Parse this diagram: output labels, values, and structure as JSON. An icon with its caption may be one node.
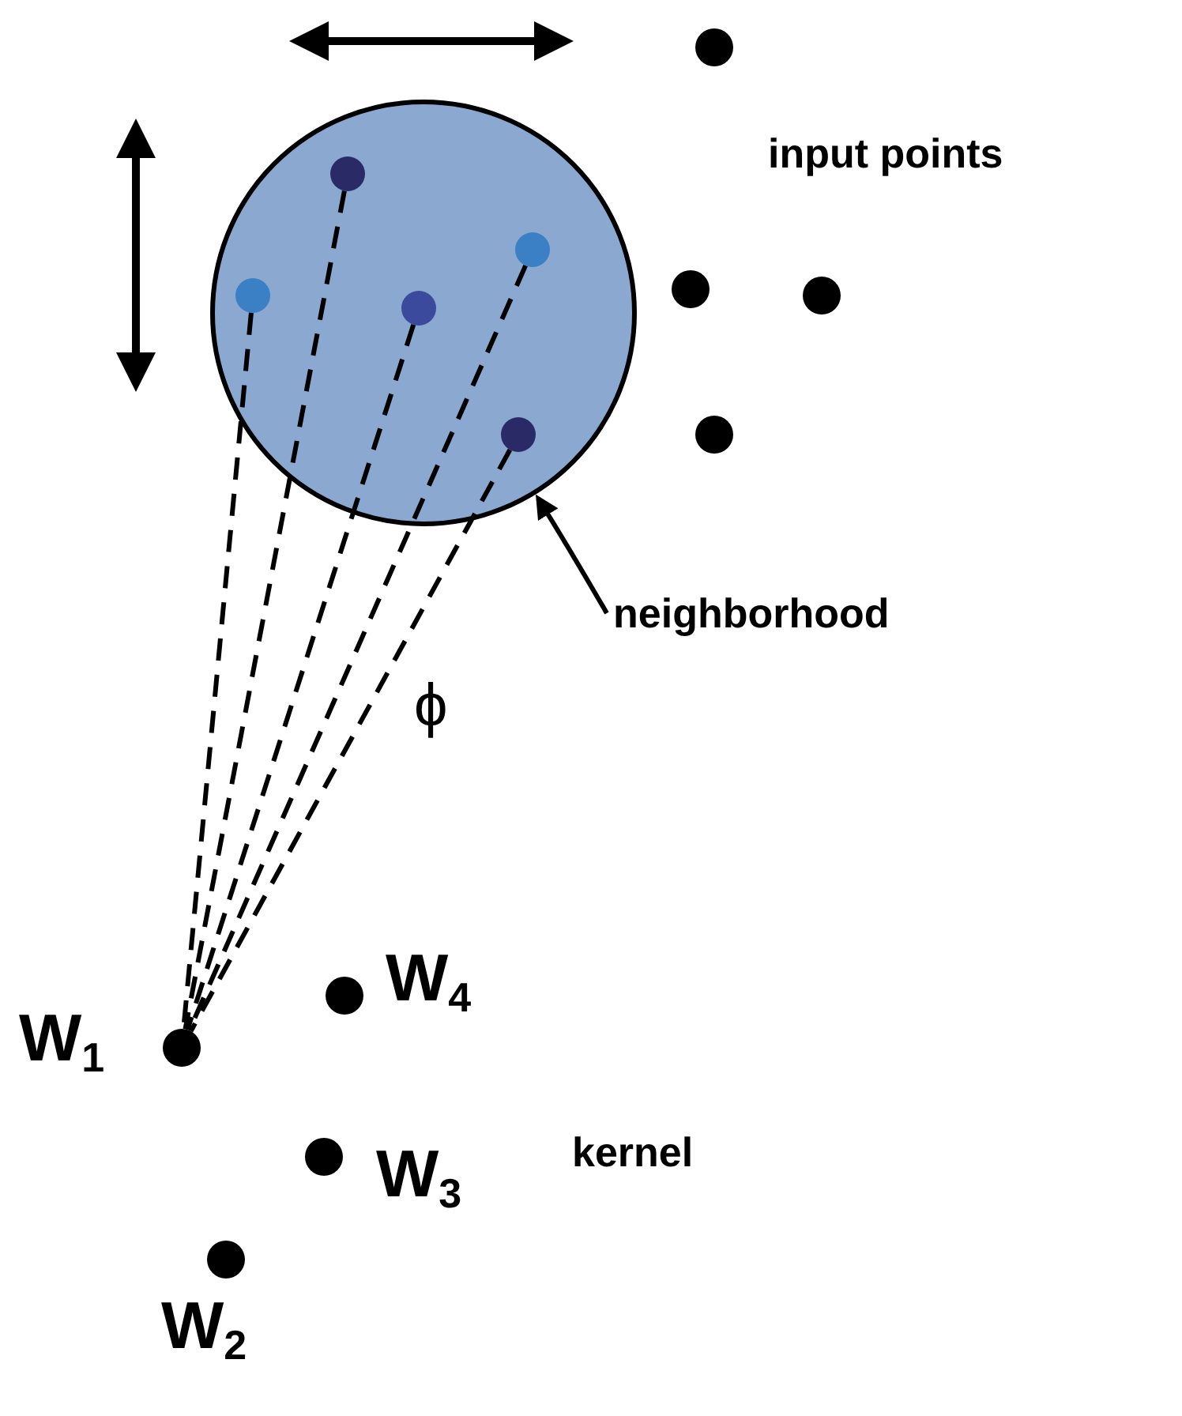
{
  "diagram": {
    "nodes": [
      {
        "text": [],
        "shape": "circle"
      },
      {
        "text": [],
        "shape": "circle",
        "in": 0
      },
      {
        "text": [],
        "shape": "circle",
        "in": 0
      },
      {
        "text": [],
        "shape": "circle",
        "in": 0
      },
      {
        "text": [],
        "shape": "circle",
        "in": 0
      },
      {
        "text": [],
        "shape": "circle",
        "in": 0
      },
      {
        "text": [],
        "shape": "circle"
      },
      {
        "text": [],
        "shape": "circle"
      },
      {
        "text": [],
        "shape": "circle"
      },
      {
        "text": [],
        "shape": "circle"
      },
      {
        "text": [
          "neighborhood"
        ]
      },
      {
        "text": [],
        "shape": "circle",
        "beside": [
          "W$_{1}$"
        ]
      },
      {
        "text": [],
        "shape": "circle",
        "beside": [
          "W$_{2}$"
        ]
      },
      {
        "text": [],
        "shape": "circle",
        "beside": [
          "W$_{3}$"
        ]
      },
      {
        "text": [],
        "shape": "circle",
        "beside": [
          "W$_{4}$"
        ]
      }
    ],
    "edges": [
      {
        "from": 10,
        "to": 0,
        "arrow": "to"
      },
      {
        "from": 1,
        "to": 11,
        "arrow": "none",
        "style": "dashed"
      },
      {
        "from": 2,
        "to": 11,
        "arrow": "none",
        "style": "dashed"
      },
      {
        "from": 3,
        "to": 11,
        "arrow": "none",
        "style": "dashed"
      },
      {
        "from": 4,
        "to": 11,
        "arrow": "none",
        "style": "dashed"
      },
      {
        "from": 5,
        "to": 11,
        "arrow": "none",
        "style": "dashed"
      }
    ],
    "labels": [
      "input points",
      "ϕ",
      "kernel"
    ]
  }
}
